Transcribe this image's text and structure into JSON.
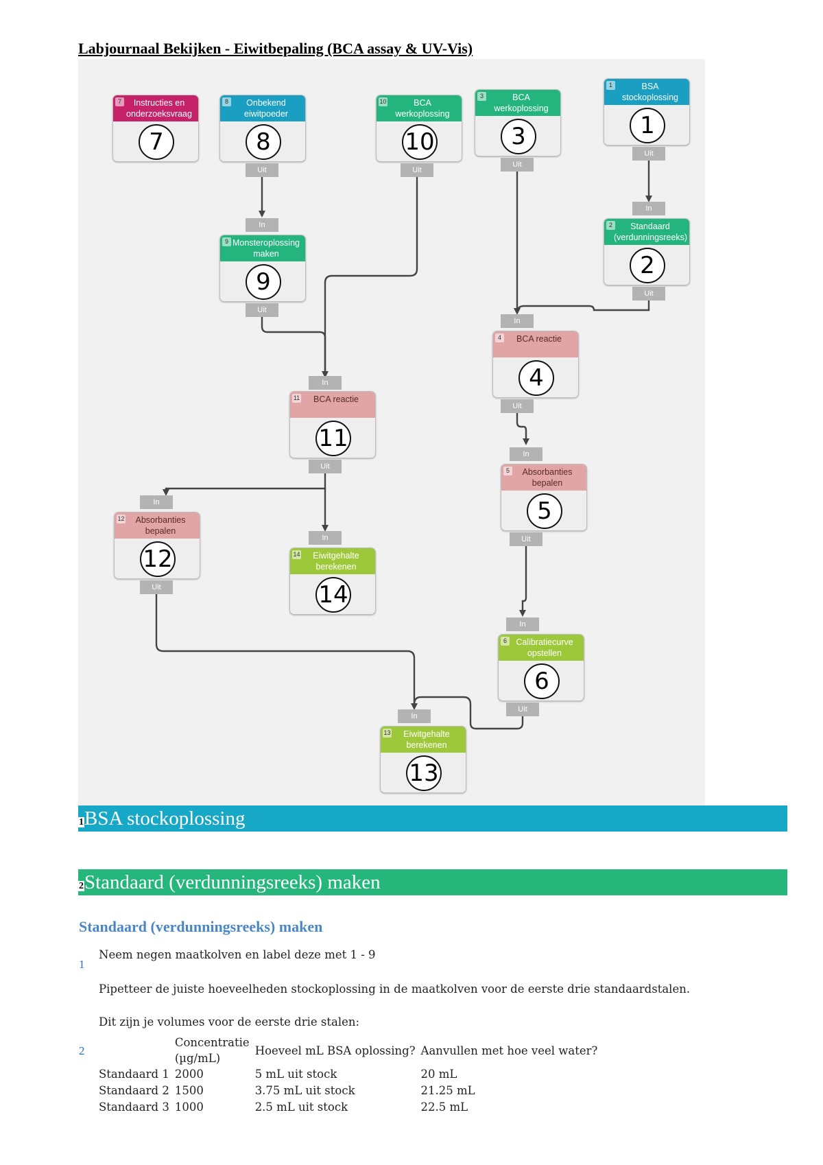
{
  "document": {
    "title": "Labjournaal Bekijken - Eiwitbepaling (BCA assay & UV-Vis)"
  },
  "ports": {
    "in": "In",
    "out": "Uit"
  },
  "nodes": [
    {
      "id": "1",
      "label": "BSA stockoplossing",
      "color": "#1a9fc2"
    },
    {
      "id": "2",
      "label": "Standaard (verdunningsreeks) maken",
      "color": "#24b57f"
    },
    {
      "id": "3",
      "label": "BCA werkoplossing maken",
      "color": "#24b57f"
    },
    {
      "id": "4",
      "label": "BCA reactie",
      "color": "#e2a5a6"
    },
    {
      "id": "5",
      "label": "Absorbanties bepalen",
      "color": "#e2a5a6"
    },
    {
      "id": "6",
      "label": "Calibratiecurve opstellen",
      "color": "#9dc83a"
    },
    {
      "id": "7",
      "label": "Instructies en onderzoeksvraag",
      "color": "#c6226a"
    },
    {
      "id": "8",
      "label": "Onbekend eiwitpoeder",
      "color": "#1a9fc2"
    },
    {
      "id": "9",
      "label": "Monsteroplossing maken",
      "color": "#24b57f"
    },
    {
      "id": "10",
      "label": "BCA werkoplossing maken",
      "color": "#24b57f"
    },
    {
      "id": "11",
      "label": "BCA reactie",
      "color": "#e2a5a6"
    },
    {
      "id": "12",
      "label": "Absorbanties bepalen",
      "color": "#e2a5a6"
    },
    {
      "id": "13",
      "label": "Eiwitgehalte berekenen",
      "color": "#9dc83a"
    },
    {
      "id": "14",
      "label": "Eiwitgehalte berekenen",
      "color": "#9dc83a"
    }
  ],
  "sections": [
    {
      "number": "1",
      "title": "BSA stockoplossing",
      "color": "#16a8c6"
    },
    {
      "number": "2",
      "title": "Standaard (verdunningsreeks) maken",
      "color": "#25b67c"
    }
  ],
  "protocol": {
    "heading": "Standaard (verdunningsreeks) maken",
    "steps": [
      {
        "number": "1",
        "text": "Neem negen maatkolven en label deze met 1 - 9"
      },
      {
        "number": "2",
        "text": "Pipetteer de juiste hoeveelheden stockoplossing in de maatkolven voor de eerste drie standaardstalen.",
        "intro": "Dit zijn je volumes voor de eerste drie stalen:"
      }
    ],
    "table": {
      "headers": [
        "",
        "Concentratie (µg/mL)",
        "Hoeveel mL BSA oplossing?",
        "Aanvullen met hoe veel water?"
      ],
      "rows": [
        [
          "Standaard 1",
          "2000",
          "5 mL uit stock",
          "20 mL"
        ],
        [
          "Standaard 2",
          "1500",
          "3.75 mL uit stock",
          "21.25 mL"
        ],
        [
          "Standaard 3",
          "1000",
          "2.5 mL uit stock",
          "22.5 mL"
        ]
      ]
    }
  }
}
